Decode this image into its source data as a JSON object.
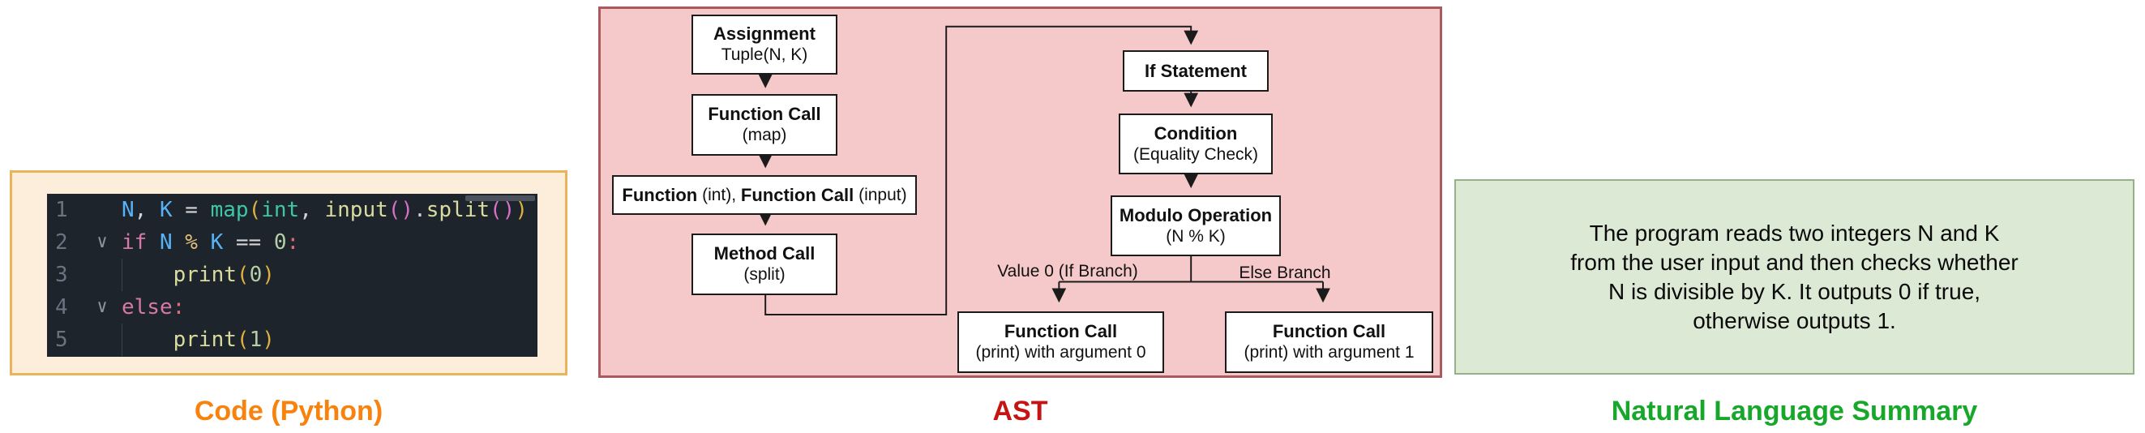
{
  "palette": {
    "codePanelBg": "#fdeedc",
    "codePanelBorder": "#eab55a",
    "editorBg": "#1e242b",
    "astPanelBg": "#f5c9c9",
    "astPanelBorder": "#aa5a5e",
    "nlsPanelBg": "#dce9d5",
    "nlsPanelBorder": "#94b188",
    "codeLabel": "#f8820e",
    "astLabel": "#c41414",
    "nlsLabel": "#17a82b",
    "kw": "#d678a8",
    "var": "#58b2f6",
    "cls": "#3ec6a8",
    "fn": "#d9dc9e",
    "num": "#b5cea8",
    "op": "#d4d4d4",
    "pun": "#cfd4da",
    "mod": "#e2c07c",
    "colon": "#e06c75",
    "br1": "#dcb140",
    "br2": "#d670c8",
    "ln": "#6b7280",
    "fold": "#8b939d"
  },
  "labels": {
    "code": "Code (Python)",
    "ast": "AST",
    "nls": "Natural Language Summary"
  },
  "code": {
    "fold_icon": "∨",
    "lines": [
      {
        "num": "1",
        "tokens": [
          {
            "t": "N"
          },
          {
            "t": ", "
          },
          {
            "t": "K"
          },
          {
            "t": " = "
          },
          {
            "t": "map"
          },
          {
            "t": "("
          },
          {
            "t": "int"
          },
          {
            "t": ", "
          },
          {
            "t": "input"
          },
          {
            "t": "()"
          },
          {
            "t": "."
          },
          {
            "t": "split"
          },
          {
            "t": "()"
          },
          {
            "t": ")"
          }
        ]
      },
      {
        "num": "2",
        "tokens": [
          {
            "t": "if "
          },
          {
            "t": "N"
          },
          {
            "t": " "
          },
          {
            "t": "%"
          },
          {
            "t": " "
          },
          {
            "t": "K"
          },
          {
            "t": " == "
          },
          {
            "t": "0"
          },
          {
            "t": ":"
          }
        ]
      },
      {
        "num": "3",
        "tokens": [
          {
            "t": "    "
          },
          {
            "t": "print"
          },
          {
            "t": "("
          },
          {
            "t": "0"
          },
          {
            "t": ")"
          }
        ]
      },
      {
        "num": "4",
        "tokens": [
          {
            "t": "else"
          },
          {
            "t": ":"
          }
        ]
      },
      {
        "num": "5",
        "tokens": [
          {
            "t": "    "
          },
          {
            "t": "print"
          },
          {
            "t": "("
          },
          {
            "t": "1"
          },
          {
            "t": ")"
          }
        ]
      }
    ]
  },
  "ast": {
    "nodes": {
      "assignment": {
        "title": "Assignment",
        "sub": "Tuple(N, K)"
      },
      "fcall_map": {
        "title": "Function Call",
        "sub": "(map)"
      },
      "func_row": {
        "b1": "Function",
        "r1": " (int), ",
        "b2": "Function Call",
        "r2": " (input)"
      },
      "method_call": {
        "title": "Method Call",
        "sub": "(split)"
      },
      "if_stmt": {
        "title": "If Statement",
        "sub": ""
      },
      "condition": {
        "title": "Condition",
        "sub": "(Equality Check)"
      },
      "modulo": {
        "title": "Modulo Operation",
        "sub": "(N % K)"
      },
      "fcall_print0": {
        "title": "Function Call",
        "sub": "(print) with argument 0"
      },
      "fcall_print1": {
        "title": "Function Call",
        "sub": "(print) with argument 1"
      }
    },
    "branch_labels": {
      "if_branch": "Value 0 (If Branch)",
      "else_branch": "Else Branch"
    }
  },
  "summary": {
    "lines": [
      "The program reads two integers N and K",
      "from the user input and then checks whether",
      "N is divisible by K. It outputs 0 if true,",
      "otherwise outputs 1."
    ]
  }
}
